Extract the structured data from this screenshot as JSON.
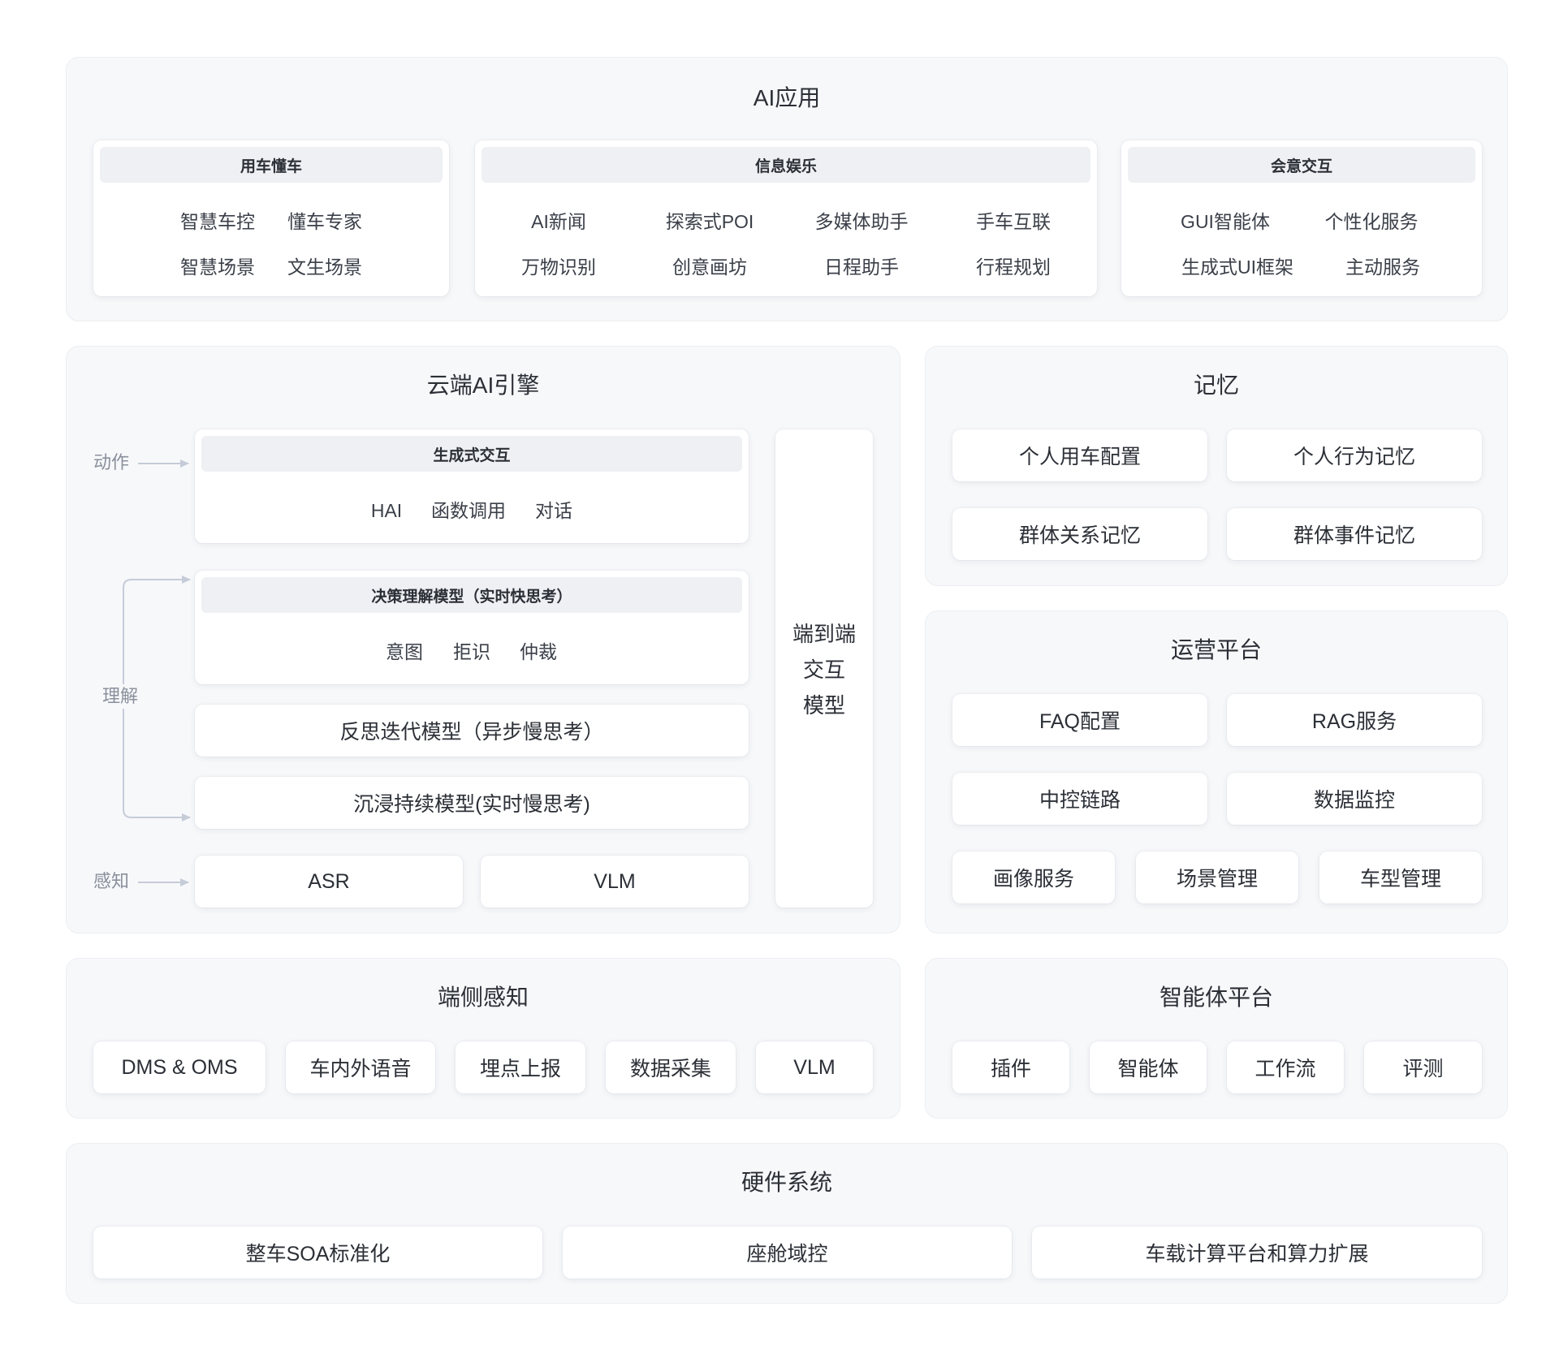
{
  "ai_app": {
    "title": "AI应用",
    "cards": [
      {
        "head": "用车懂车",
        "items": [
          "智慧车控",
          "懂车专家",
          "智慧场景",
          "文生场景"
        ]
      },
      {
        "head": "信息娱乐",
        "items": [
          "AI新闻",
          "探索式POI",
          "多媒体助手",
          "手车互联",
          "万物识别",
          "创意画坊",
          "日程助手",
          "行程规划"
        ]
      },
      {
        "head": "会意交互",
        "items": [
          "GUI智能体",
          "个性化服务",
          "生成式UI框架",
          "主动服务"
        ]
      }
    ]
  },
  "cloud_engine": {
    "title": "云端AI引擎",
    "side_labels": {
      "action": "动作",
      "understand": "理解",
      "perceive": "感知"
    },
    "gen_interaction": {
      "head": "生成式交互",
      "items": [
        "HAI",
        "函数调用",
        "对话"
      ]
    },
    "decision_model": {
      "head": "决策理解模型（实时快思考）",
      "items": [
        "意图",
        "拒识",
        "仲裁"
      ]
    },
    "reflection_model": "反思迭代模型（异步慢思考）",
    "immersive_model": "沉浸持续模型(实时慢思考)",
    "asr": "ASR",
    "vlm": "VLM",
    "e2e_model": [
      "端到端",
      "交互",
      "模型"
    ]
  },
  "memory": {
    "title": "记忆",
    "items": [
      "个人用车配置",
      "个人行为记忆",
      "群体关系记忆",
      "群体事件记忆"
    ]
  },
  "ops": {
    "title": "运营平台",
    "items": [
      "FAQ配置",
      "RAG服务",
      "中控链路",
      "数据监控",
      "画像服务",
      "场景管理",
      "车型管理"
    ]
  },
  "edge": {
    "title": "端侧感知",
    "items": [
      "DMS & OMS",
      "车内外语音",
      "埋点上报",
      "数据采集",
      "VLM"
    ]
  },
  "agent": {
    "title": "智能体平台",
    "items": [
      "插件",
      "智能体",
      "工作流",
      "评测"
    ]
  },
  "hardware": {
    "title": "硬件系统",
    "items": [
      "整车SOA标准化",
      "座舱域控",
      "车载计算平台和算力扩展"
    ]
  },
  "colors": {
    "panel_bg": "#f7f8fa",
    "card_bg": "#ffffff",
    "header_bg": "#eff0f3",
    "arrow": "#c5ccd8",
    "muted_text": "#8a909c"
  }
}
